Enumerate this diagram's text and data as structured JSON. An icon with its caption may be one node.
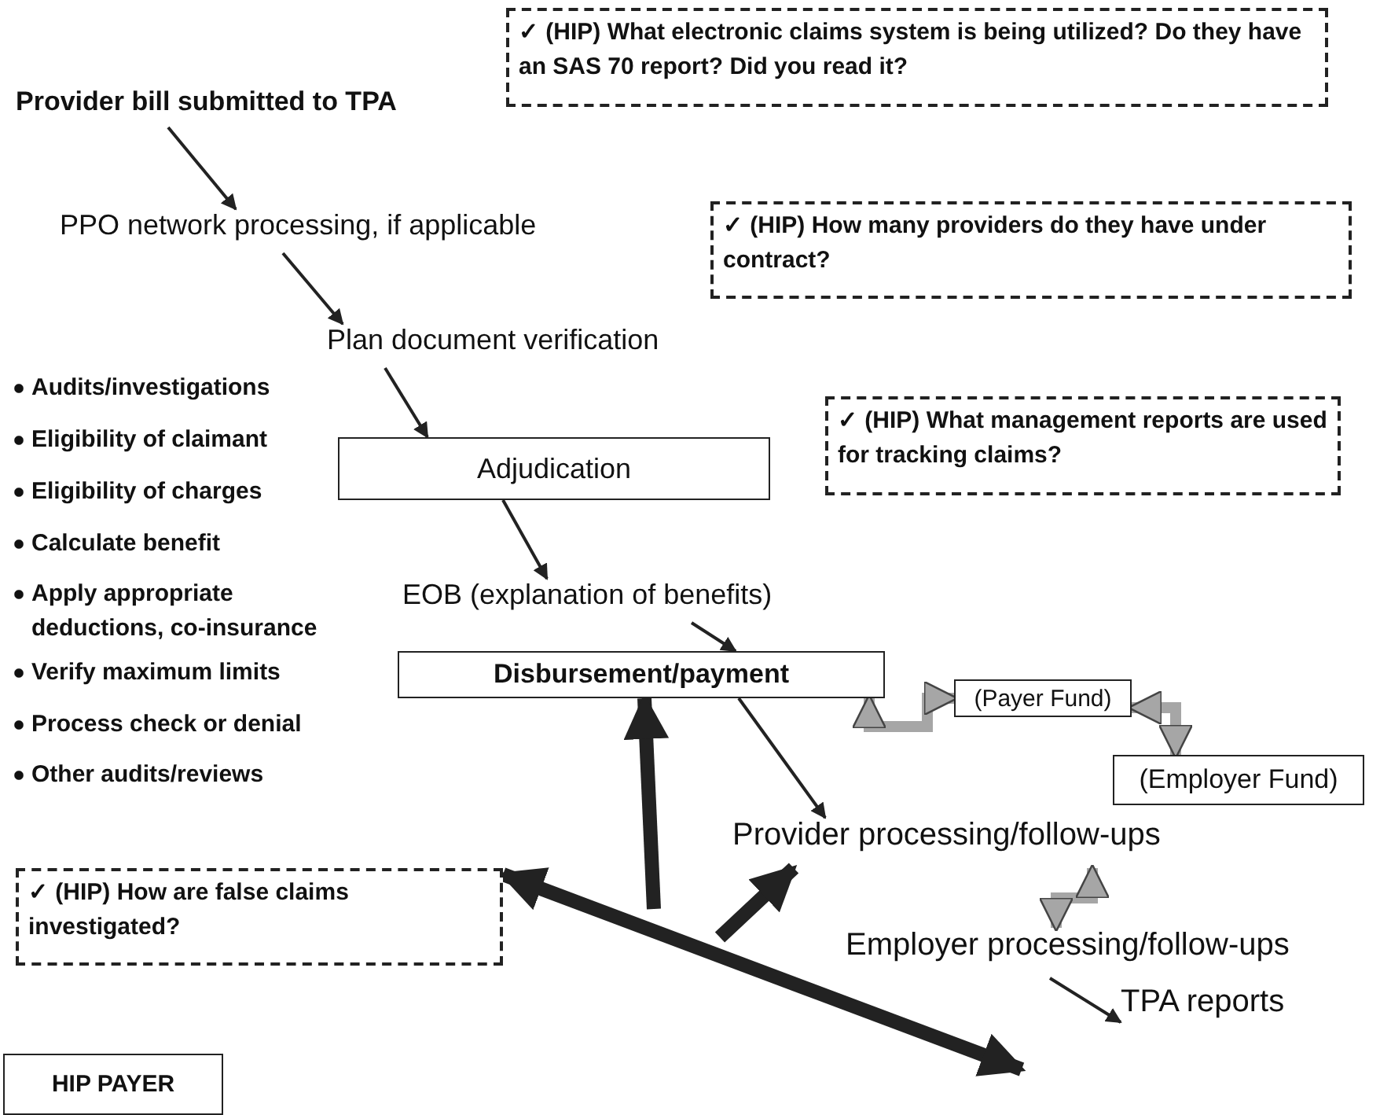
{
  "diagram": {
    "nodes": [
      {
        "text": [
          "Provider bill submitted to TPA"
        ]
      },
      {
        "text": [
          "✓ (HIP) What electronic claims system is being utilized? Do they have an SAS 70 report? Did you read it?"
        ]
      },
      {
        "text": [
          "PPO network processing, if applicable"
        ]
      },
      {
        "text": [
          "✓ (HIP) How many providers do they have under contract?"
        ]
      },
      {
        "text": [
          "Plan document verification"
        ]
      },
      {
        "text": [
          "Adjudication"
        ]
      },
      {
        "text": [
          "✓ (HIP) What management reports are used for tracking claims?"
        ]
      },
      {
        "text": [
          "EOB (explanation of benefits)"
        ]
      },
      {
        "text": [
          "Disbursement/payment"
        ]
      },
      {
        "text": [
          "(Payer Fund)"
        ]
      },
      {
        "text": [
          "(Employer Fund)"
        ]
      },
      {
        "text": [
          "Provider processing/follow-ups"
        ]
      },
      {
        "text": [
          "✓ (HIP) How are false claims investigated?"
        ]
      },
      {
        "text": [
          "Employer processing/follow-ups"
        ]
      },
      {
        "text": [
          "TPA reports"
        ]
      },
      {
        "text": [
          "HIP PAYER"
        ]
      }
    ],
    "edges": [
      {
        "from": 0,
        "to": 2,
        "arrow": "to"
      },
      {
        "from": 2,
        "to": 4,
        "arrow": "to"
      },
      {
        "from": 4,
        "to": 5,
        "arrow": "to"
      },
      {
        "from": 5,
        "to": 7,
        "arrow": "to"
      },
      {
        "from": 7,
        "to": 8,
        "arrow": "to"
      },
      {
        "from": 8,
        "to": 9,
        "arrow": "both",
        "style": "thick",
        "color": "#a6a6a6"
      },
      {
        "from": 9,
        "to": 10,
        "arrow": "both",
        "style": "thick",
        "color": "#a6a6a6"
      },
      {
        "from": 8,
        "to": 11,
        "arrow": "to"
      },
      {
        "from": 11,
        "to": 13,
        "arrow": "both",
        "style": "thick",
        "color": "#a6a6a6"
      },
      {
        "from": 13,
        "to": 14,
        "arrow": "to"
      },
      {
        "from": 12,
        "to": null,
        "arrow": "both",
        "style": "thick"
      },
      {
        "from": null,
        "to": 8,
        "arrow": "to",
        "style": "thick"
      },
      {
        "from": null,
        "to": 11,
        "arrow": "to",
        "style": "thick"
      }
    ],
    "labels": [
      "Audits/investigations",
      "Eligibility of claimant",
      "Eligibility of charges",
      "Calculate benefit",
      "Apply appropriate deductions, co-insurance",
      "Verify maximum limits",
      "Process check or denial",
      "Other audits/reviews"
    ]
  }
}
